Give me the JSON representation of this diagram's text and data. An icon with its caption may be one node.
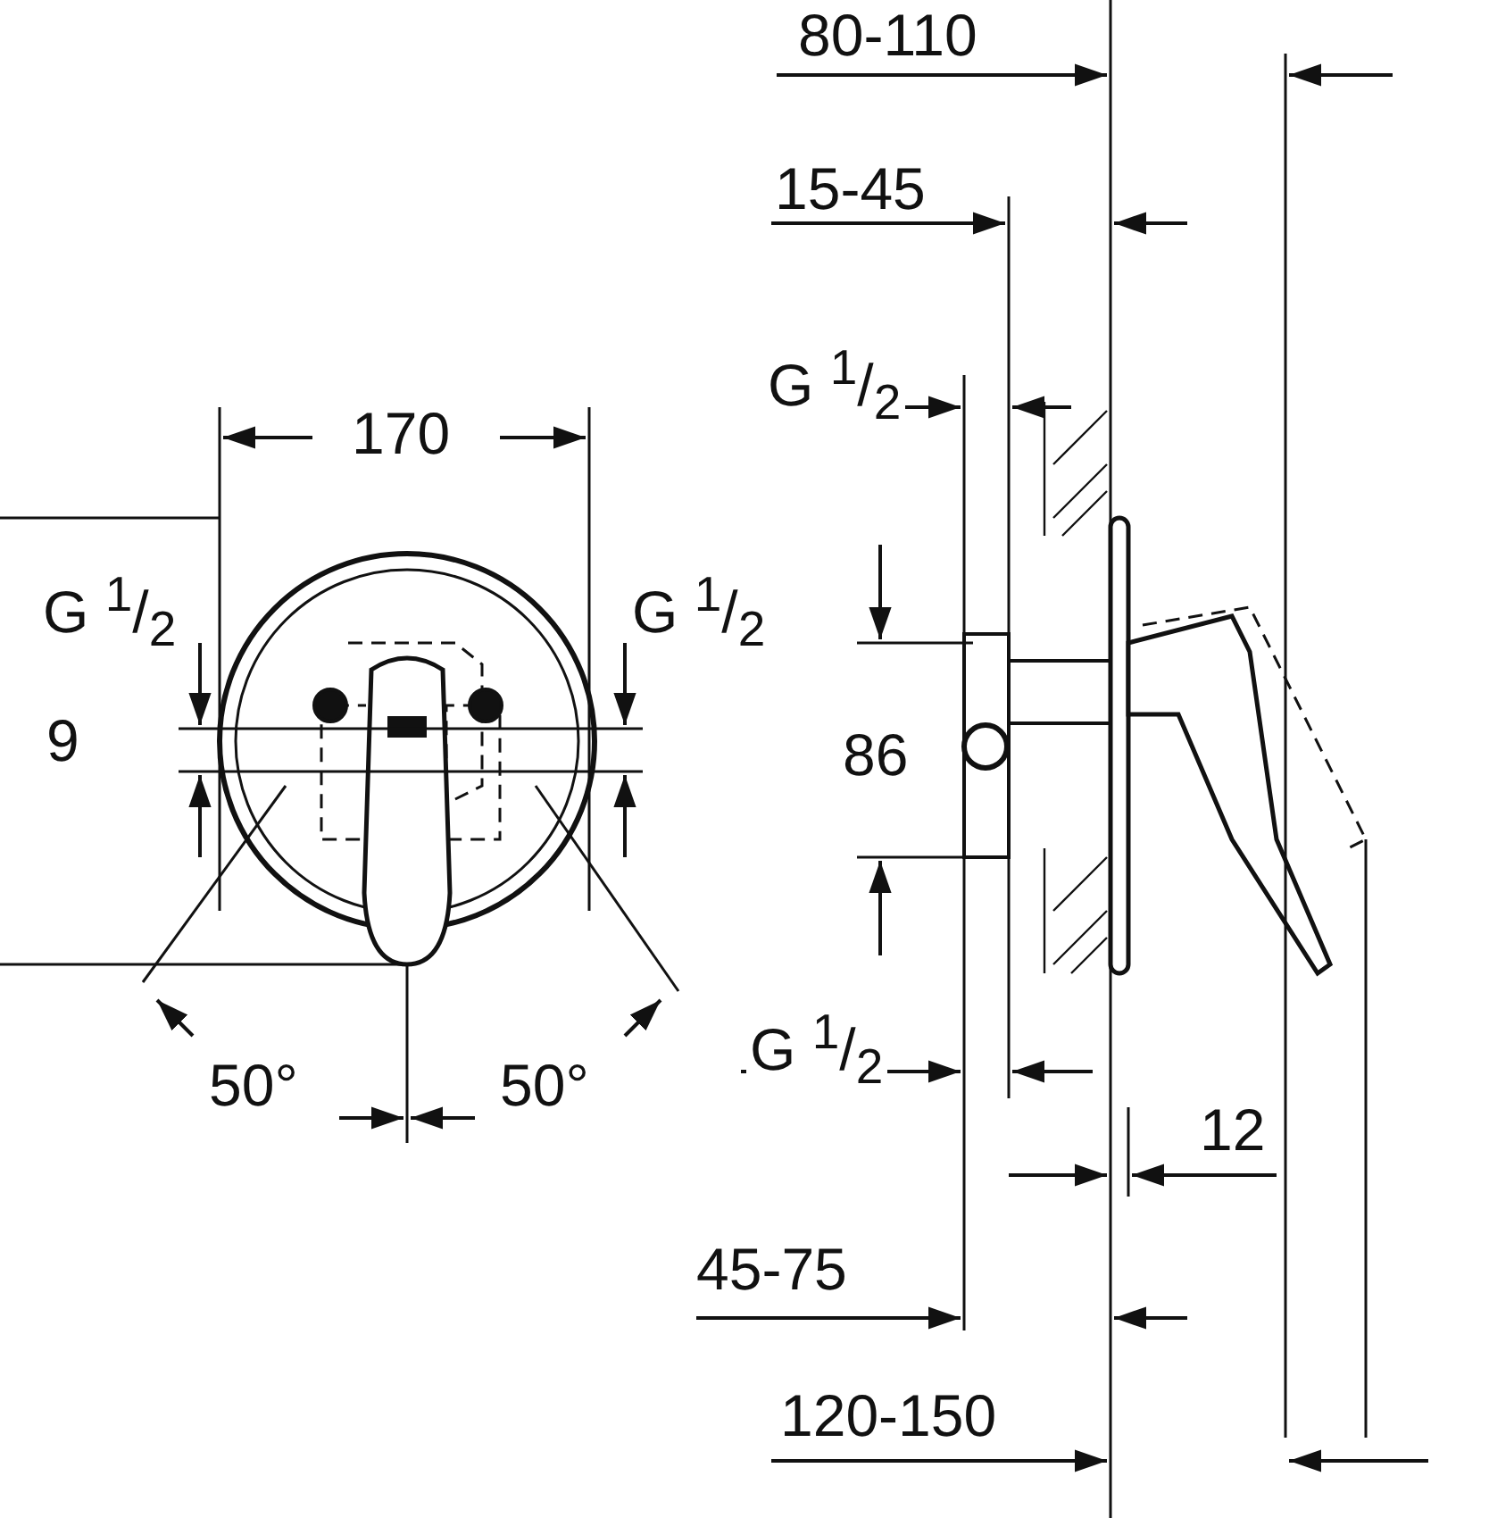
{
  "diagram": {
    "labels": [
      "80-110",
      "15-45",
      "G $^{1}$/$_{2}$",
      "170",
      "G $^{1}$/$_{2}$",
      "G $^{1}$/$_{2}$",
      "9",
      "86",
      "G $^{1}$/$_{2}$",
      "50°",
      "50°",
      "12",
      "45-75",
      "120-150"
    ]
  }
}
